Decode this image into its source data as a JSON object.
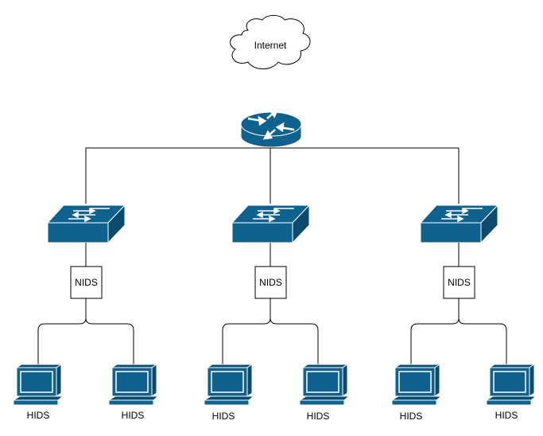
{
  "internet": {
    "label": "Internet",
    "icon": "cloud-icon"
  },
  "router": {
    "icon": "router-icon"
  },
  "segments": [
    {
      "switch_icon": "switch-icon",
      "sensor_label": "NIDS",
      "hosts": [
        {
          "label": "HIDS",
          "icon": "desktop-computer-icon"
        },
        {
          "label": "HIDS",
          "icon": "desktop-computer-icon"
        }
      ]
    },
    {
      "switch_icon": "switch-icon",
      "sensor_label": "NIDS",
      "hosts": [
        {
          "label": "HIDS",
          "icon": "desktop-computer-icon"
        },
        {
          "label": "HIDS",
          "icon": "desktop-computer-icon"
        }
      ]
    },
    {
      "switch_icon": "switch-icon",
      "sensor_label": "NIDS",
      "hosts": [
        {
          "label": "HIDS",
          "icon": "desktop-computer-icon"
        },
        {
          "label": "HIDS",
          "icon": "desktop-computer-icon"
        }
      ]
    }
  ],
  "colors": {
    "device_fill": "#10628e",
    "device_dark": "#0b4c6e",
    "device_stroke": "#ffffff",
    "line": "#000000"
  }
}
